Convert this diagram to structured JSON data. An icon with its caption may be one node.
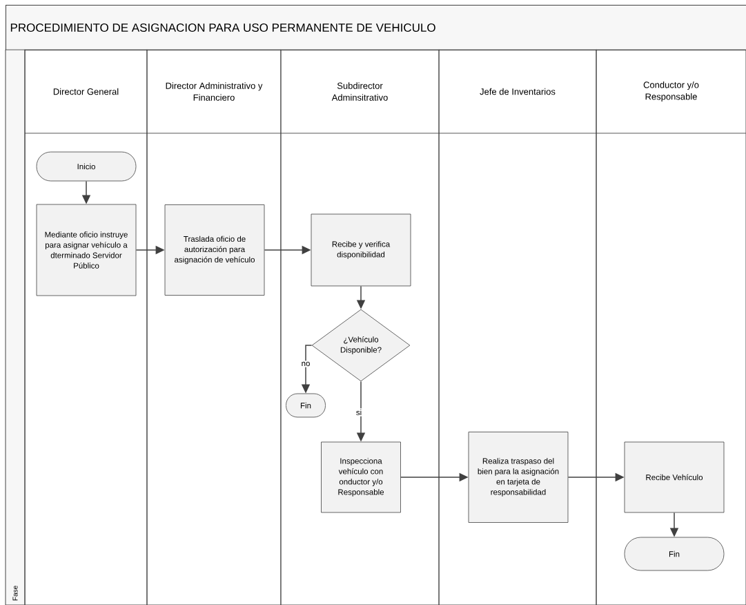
{
  "diagram": {
    "title": "PROCEDIMIENTO DE ASIGNACION PARA USO PERMANENTE DE VEHICULO",
    "nodes": [
      {
        "text": [
          "Fase"
        ]
      },
      {
        "text": [
          "Director General"
        ]
      },
      {
        "text": [
          "Director Administrativo y Financiero"
        ]
      },
      {
        "text": [
          "Subdirector Adminsitrativo"
        ]
      },
      {
        "text": [
          "Jefe de Inventarios"
        ]
      },
      {
        "text": [
          "Conductor y/o Responsable"
        ]
      },
      {
        "text": [
          "Inicio"
        ],
        "in": 1
      },
      {
        "text": [
          "Mediante oficio instruye para asignar vehículo a dterminado Servidor Público"
        ],
        "in": 1
      },
      {
        "text": [
          "Traslada oficio de autorización para asignación de vehículo"
        ],
        "in": 2
      },
      {
        "text": [
          "Recibe y verifica disponibilidad"
        ],
        "in": 3
      },
      {
        "text": [
          "¿Vehículo Disponible?"
        ],
        "in": 3
      },
      {
        "text": [
          "Fin"
        ],
        "in": 3
      },
      {
        "text": [
          "Inspecciona vehículo con onductor y/o Responsable"
        ],
        "in": 3
      },
      {
        "text": [
          "Realiza traspaso del bien para la asignación en tarjeta de responsabilidad"
        ],
        "in": 4
      },
      {
        "text": [
          "Recibe Vehículo"
        ],
        "in": 5
      },
      {
        "text": [
          "Fin"
        ],
        "in": 5
      }
    ],
    "edges": [
      {
        "from": 6,
        "to": 7,
        "arrow": "to"
      },
      {
        "from": 7,
        "to": 8,
        "arrow": "to"
      },
      {
        "from": 8,
        "to": 9,
        "arrow": "to"
      },
      {
        "from": 9,
        "to": 10,
        "arrow": "to"
      },
      {
        "from": 10,
        "to": 11,
        "arrow": "to",
        "label": "no"
      },
      {
        "from": 10,
        "to": 12,
        "arrow": "to",
        "label": "si"
      },
      {
        "from": 12,
        "to": 13,
        "arrow": "to"
      },
      {
        "from": 13,
        "to": 14,
        "arrow": "to"
      },
      {
        "from": 14,
        "to": 15,
        "arrow": "to"
      }
    ]
  }
}
